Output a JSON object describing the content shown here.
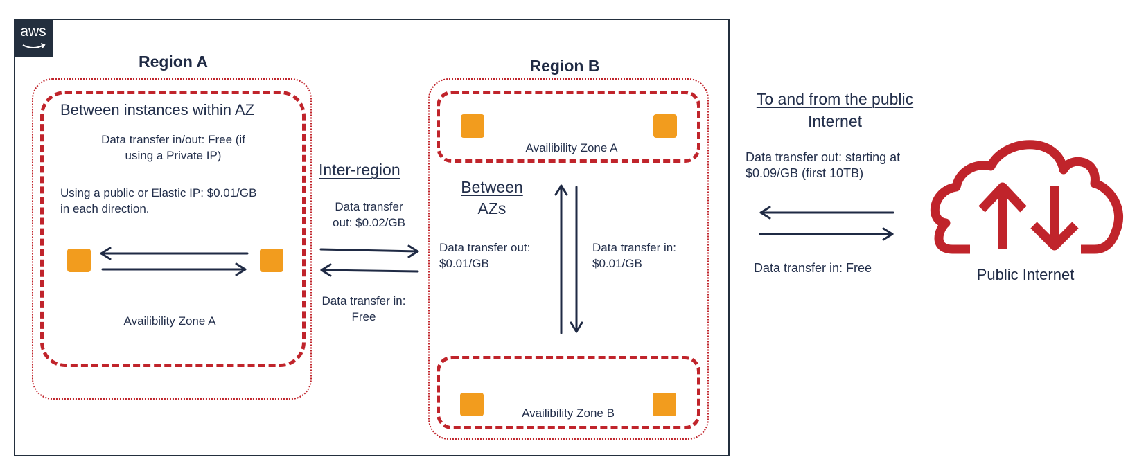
{
  "logo": {
    "text": "aws",
    "icon": "aws-logo-icon"
  },
  "region_a": {
    "title": "Region A",
    "heading": "Between instances within AZ",
    "private_ip_text_1": "Data transfer in/out: Free (if",
    "private_ip_text_2": "using a Private IP)",
    "public_ip_text_1": "Using a public or Elastic IP: $0.01/GB",
    "public_ip_text_2": "in each direction.",
    "zone_label": "Availibility Zone A"
  },
  "inter_region": {
    "heading": "Inter-region",
    "out_text_1": "Data transfer",
    "out_text_2": "out: $0.02/GB",
    "in_text_1": "Data transfer in:",
    "in_text_2": "Free"
  },
  "region_b": {
    "title": "Region B",
    "zone_a_label": "Availibility Zone A",
    "zone_b_label": "Availibility Zone B",
    "between_azs_heading_1": "Between",
    "between_azs_heading_2": "AZs",
    "out_text_1": "Data transfer out:",
    "out_text_2": "$0.01/GB",
    "in_text_1": "Data transfer in:",
    "in_text_2": "$0.01/GB"
  },
  "public_internet": {
    "heading_1": "To and from the public",
    "heading_2": "Internet",
    "out_text_1": "Data transfer out: starting at",
    "out_text_2": "$0.09/GB (first 10TB)",
    "in_text": "Data transfer in: Free",
    "label": "Public Internet",
    "icon": "cloud-upload-download-icon"
  },
  "colors": {
    "dashed_border": "#c0242b",
    "node": "#f29c1e",
    "arrow": "#1f2a44",
    "aws_dark": "#232f3e"
  }
}
